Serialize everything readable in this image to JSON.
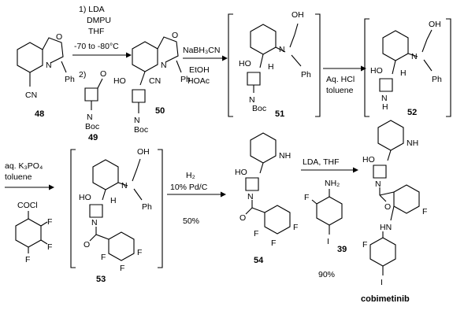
{
  "scheme": {
    "step1": {
      "line1": "1) LDA",
      "line2": "DMPU",
      "line3": "THF",
      "line4": "-70 to -80°C",
      "line5": "2)"
    },
    "step2": {
      "line1": "NaBH₃CN",
      "line2": "EtOH",
      "line3": "HOAc"
    },
    "step3": {
      "line1": "Aq. HCl",
      "line2": "toluene"
    },
    "step4": {
      "line1": "aq. K₃PO₄",
      "line2": "toluene"
    },
    "step5": {
      "line1": "H₂",
      "line2": "10% Pd/C",
      "line3": "50%"
    },
    "step6": {
      "line1": "LDA, THF",
      "line2": "90%"
    },
    "compounds": {
      "c48": "48",
      "c49": "49",
      "c50": "50",
      "c51": "51",
      "c52": "52",
      "c53": "53",
      "c54": "54",
      "c39": "39",
      "final": "cobimetinib"
    },
    "atoms": {
      "O": "O",
      "N": "N",
      "H": "H",
      "Ph": "Ph",
      "CN": "CN",
      "Boc": "Boc",
      "HO": "HO",
      "OH": "OH",
      "NH": "NH",
      "F": "F",
      "I": "I",
      "NH2": "NH₂",
      "COCl": "COCl",
      "HN": "HN"
    }
  }
}
